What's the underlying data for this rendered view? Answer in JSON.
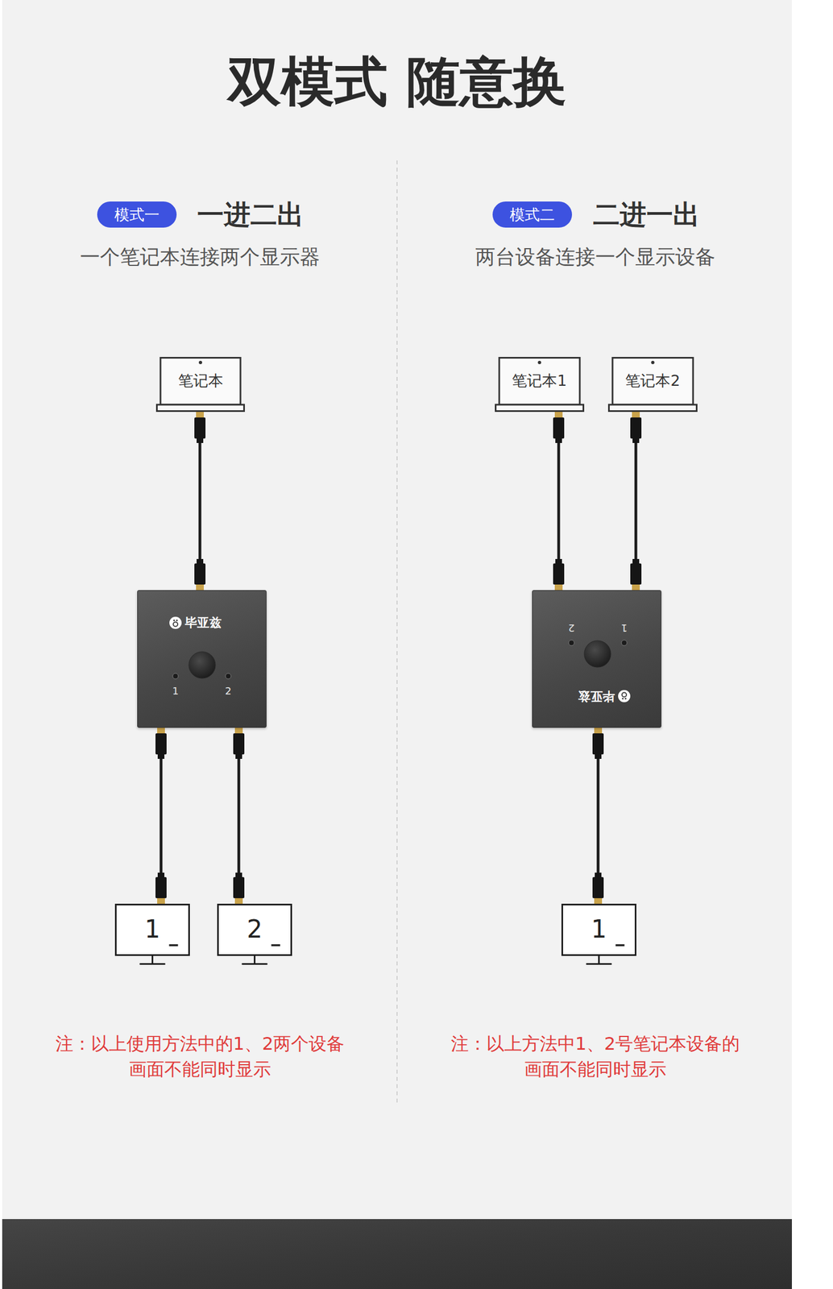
{
  "diagram": {
    "title": "双模式 随意换",
    "nodes": [
      {
        "text": [
          "模式一"
        ]
      },
      {
        "text": [
          "模式二"
        ]
      },
      {
        "text": [
          "笔记本"
        ]
      },
      {
        "text": [
          "笔记本1"
        ]
      },
      {
        "text": [
          "笔记本2"
        ]
      },
      {
        "text": [
          "毕亚兹",
          "1",
          "2"
        ]
      },
      {
        "text": [
          "2",
          "1",
          "毕亚兹"
        ]
      },
      {
        "text": [
          "1"
        ]
      },
      {
        "text": [
          "2"
        ]
      },
      {
        "text": [
          "1"
        ]
      }
    ],
    "edges": [
      {
        "from": 2,
        "to": 5,
        "arrow": "none"
      },
      {
        "from": 3,
        "to": 6,
        "arrow": "none"
      },
      {
        "from": 4,
        "to": 6,
        "arrow": "none"
      },
      {
        "from": 5,
        "to": 7,
        "arrow": "none"
      },
      {
        "from": 5,
        "to": 8,
        "arrow": "none"
      },
      {
        "from": 6,
        "to": 9,
        "arrow": "none"
      }
    ],
    "labels": [
      "一进二出",
      "一个笔记本连接两个显示器",
      "二进一出",
      "两台设备连接一个显示设备",
      "注：以上使用方法中的1、2两个设备 画面不能同时显示",
      "注：以上方法中1、2号笔记本设备的 画面不能同时显示"
    ]
  }
}
